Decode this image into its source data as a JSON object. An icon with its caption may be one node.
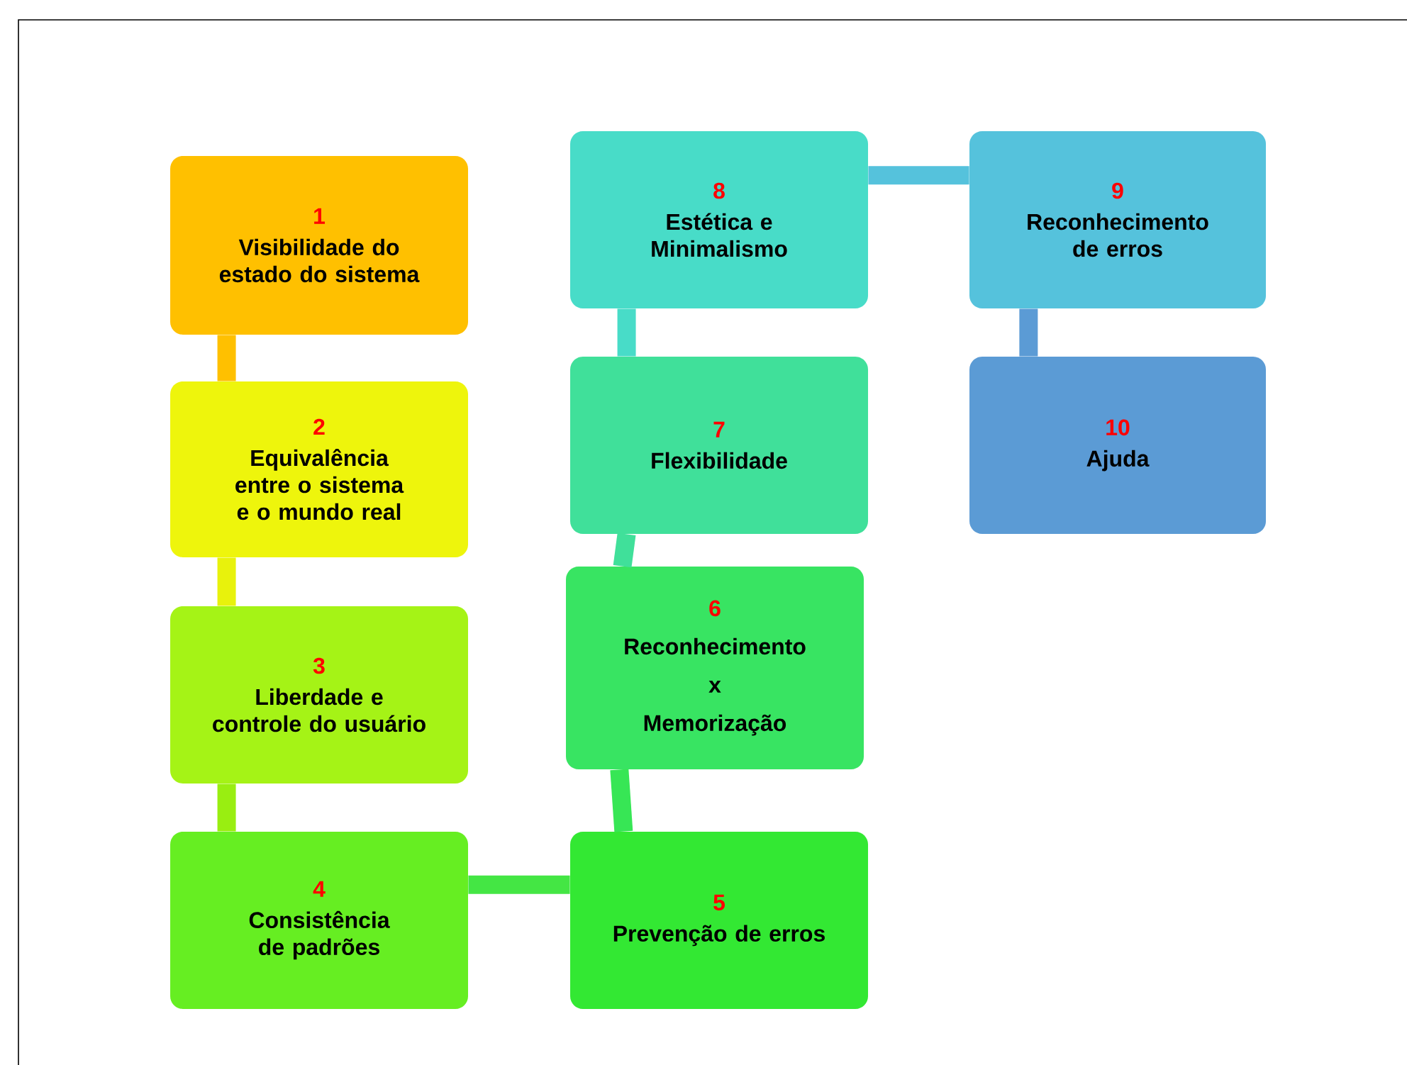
{
  "diagram": {
    "nodes": [
      {
        "text": [
          "1",
          "Visibilidade do estado do sistema"
        ]
      },
      {
        "text": [
          "2",
          "Equivalência entre o sistema e o mundo real"
        ]
      },
      {
        "text": [
          "3",
          "Liberdade e controle do usuário"
        ]
      },
      {
        "text": [
          "4",
          "Consistência de padrões"
        ]
      },
      {
        "text": [
          "5",
          "Prevenção de erros"
        ]
      },
      {
        "text": [
          "6",
          "Reconhecimento",
          "x",
          "Memorização"
        ]
      },
      {
        "text": [
          "7",
          "Flexibilidade"
        ]
      },
      {
        "text": [
          "8",
          "Estética e Minimalismo"
        ]
      },
      {
        "text": [
          "9",
          "Reconhecimento de erros"
        ]
      },
      {
        "text": [
          "10",
          "Ajuda"
        ]
      }
    ],
    "edges": [
      {
        "from": 0,
        "to": 1,
        "arrow": "none",
        "color": "#ffc000"
      },
      {
        "from": 1,
        "to": 2,
        "arrow": "none",
        "color": "#e8f20c"
      },
      {
        "from": 2,
        "to": 3,
        "arrow": "none",
        "color": "#99ee11"
      },
      {
        "from": 3,
        "to": 4,
        "arrow": "none",
        "color": "#44e644"
      },
      {
        "from": 4,
        "to": 5,
        "arrow": "none",
        "color": "#37e655"
      },
      {
        "from": 5,
        "to": 6,
        "arrow": "none",
        "color": "#40e09a"
      },
      {
        "from": 6,
        "to": 7,
        "arrow": "none",
        "color": "#48dcc8"
      },
      {
        "from": 7,
        "to": 8,
        "arrow": "none",
        "color": "#55c2dc"
      },
      {
        "from": 8,
        "to": 9,
        "arrow": "none",
        "color": "#5b9bd5"
      }
    ]
  }
}
